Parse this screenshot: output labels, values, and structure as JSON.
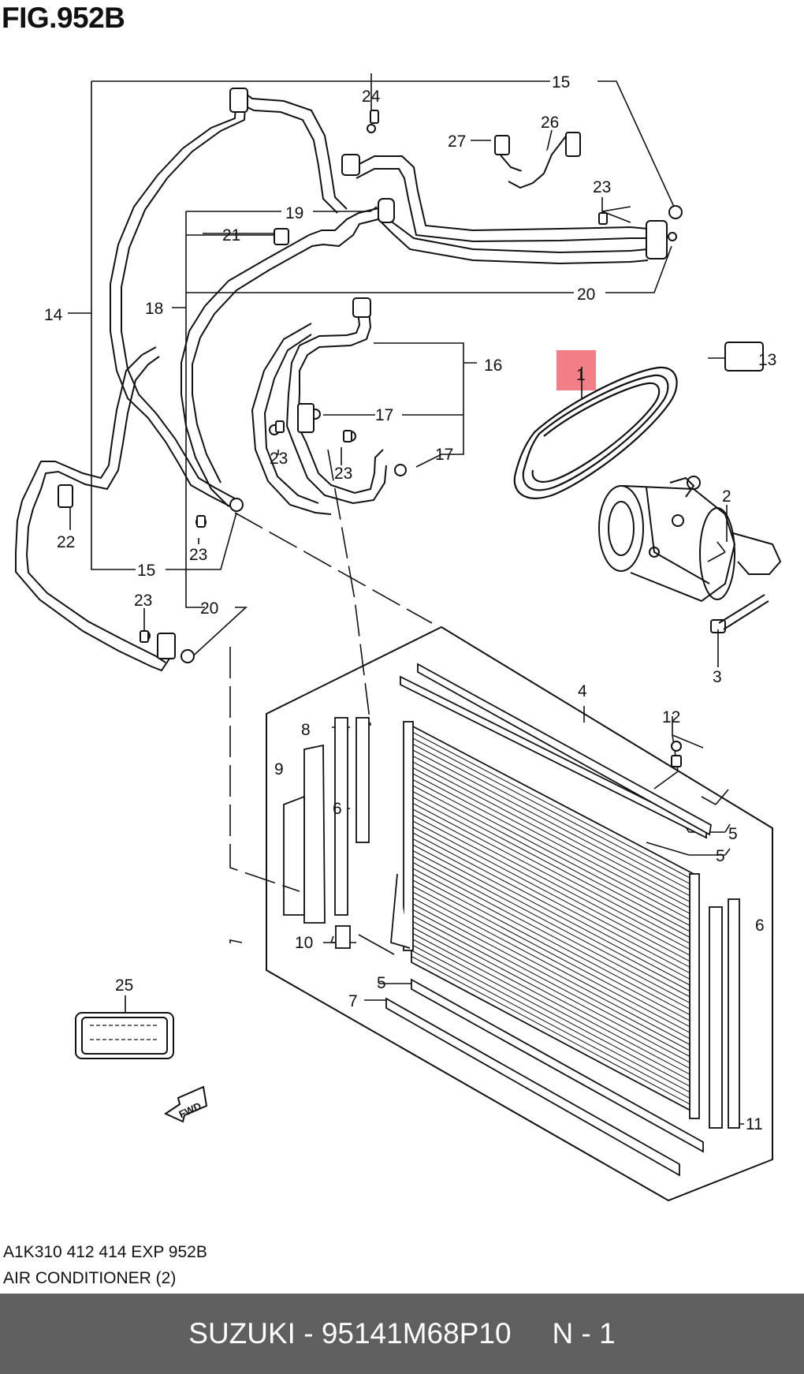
{
  "figure": {
    "title": "FIG.952B"
  },
  "callouts": {
    "c1": "1",
    "c2": "2",
    "c3": "3",
    "c4": "4",
    "c5a": "5",
    "c5b": "5",
    "c5c": "5",
    "c6a": "6",
    "c6b": "6",
    "c7": "7",
    "c8": "8",
    "c9": "9",
    "c10": "10",
    "c11": "11",
    "c12": "12",
    "c13": "13",
    "c14": "14",
    "c15a": "15",
    "c15b": "15",
    "c16": "16",
    "c17a": "17",
    "c17b": "17",
    "c18": "18",
    "c19": "19",
    "c20a": "20",
    "c20b": "20",
    "c21": "21",
    "c22": "22",
    "c23a": "23",
    "c23b": "23",
    "c23c": "23",
    "c23d": "23",
    "c23e": "23",
    "c24": "24",
    "c25": "25",
    "c26": "26",
    "c27": "27"
  },
  "highlight": {
    "part": "1",
    "color": "#f27f86"
  },
  "arrow": {
    "label": "FWD"
  },
  "caption": {
    "code": "A1K310 412 414 EXP 952B",
    "name": "AIR CONDITIONER (2)"
  },
  "footer": {
    "brand_part": "SUZUKI - 95141M68P10",
    "qty": "N - 1",
    "background": "#5f5f5f"
  }
}
